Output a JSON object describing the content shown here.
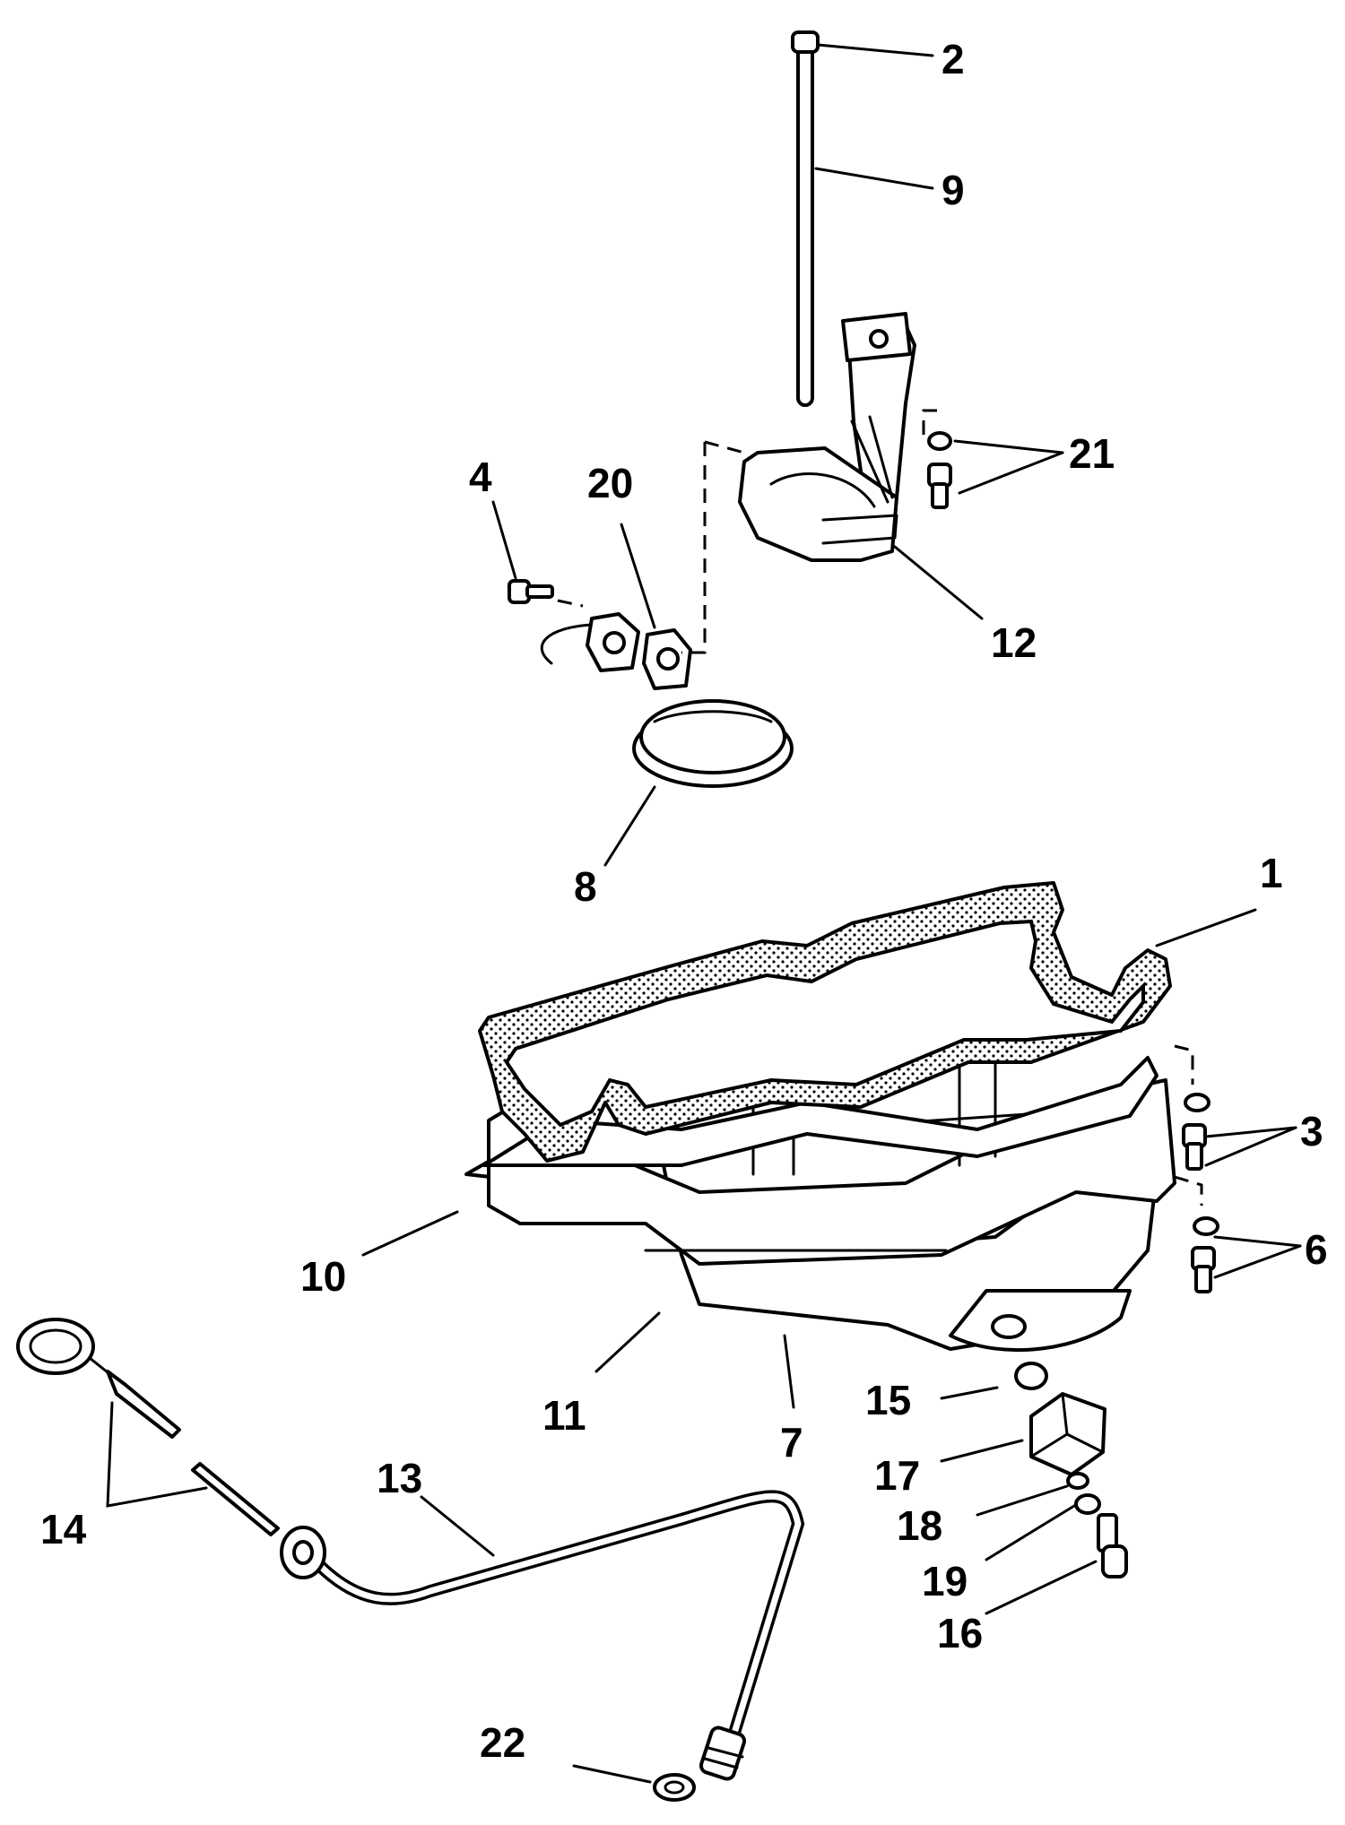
{
  "callouts": [
    {
      "id": "2",
      "text": "2"
    },
    {
      "id": "9",
      "text": "9"
    },
    {
      "id": "21",
      "text": "21"
    },
    {
      "id": "4",
      "text": "4"
    },
    {
      "id": "20",
      "text": "20"
    },
    {
      "id": "12",
      "text": "12"
    },
    {
      "id": "8",
      "text": "8"
    },
    {
      "id": "1",
      "text": "1"
    },
    {
      "id": "3",
      "text": "3"
    },
    {
      "id": "6",
      "text": "6"
    },
    {
      "id": "10",
      "text": "10"
    },
    {
      "id": "11",
      "text": "11"
    },
    {
      "id": "7",
      "text": "7"
    },
    {
      "id": "15",
      "text": "15"
    },
    {
      "id": "17",
      "text": "17"
    },
    {
      "id": "18",
      "text": "18"
    },
    {
      "id": "19",
      "text": "19"
    },
    {
      "id": "16",
      "text": "16"
    },
    {
      "id": "13",
      "text": "13"
    },
    {
      "id": "14",
      "text": "14"
    },
    {
      "id": "22",
      "text": "22"
    }
  ],
  "colors": {
    "line": "#000000",
    "background": "#ffffff"
  }
}
